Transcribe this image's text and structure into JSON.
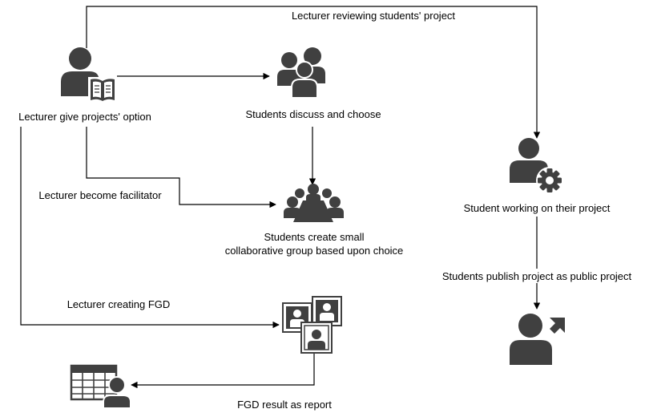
{
  "colors": {
    "icon": "#404040",
    "line": "#000000",
    "background": "#ffffff"
  },
  "nodes": {
    "lecturer": {
      "label": "Lecturer give projects' option",
      "icon": "lecturer-with-book-icon"
    },
    "students_discuss": {
      "label": "Students discuss and choose",
      "icon": "user-group-icon"
    },
    "students_group": {
      "label_line1": "Students create small",
      "label_line2": "collaborative group based upon choice",
      "icon": "meeting-table-icon"
    },
    "student_working": {
      "label": "Student working on their project",
      "icon": "user-gear-icon"
    },
    "student_publish": {
      "icon": "user-share-icon"
    },
    "fgd": {
      "icon": "photo-gallery-icon"
    },
    "report": {
      "icon": "spreadsheet-user-icon"
    }
  },
  "edges": {
    "reviewing": "Lecturer reviewing students' project",
    "facilitator": "Lecturer become facilitator",
    "creating_fgd": "Lecturer creating FGD",
    "publish": "Students publish project as public project",
    "fgd_report": "FGD result as report"
  }
}
